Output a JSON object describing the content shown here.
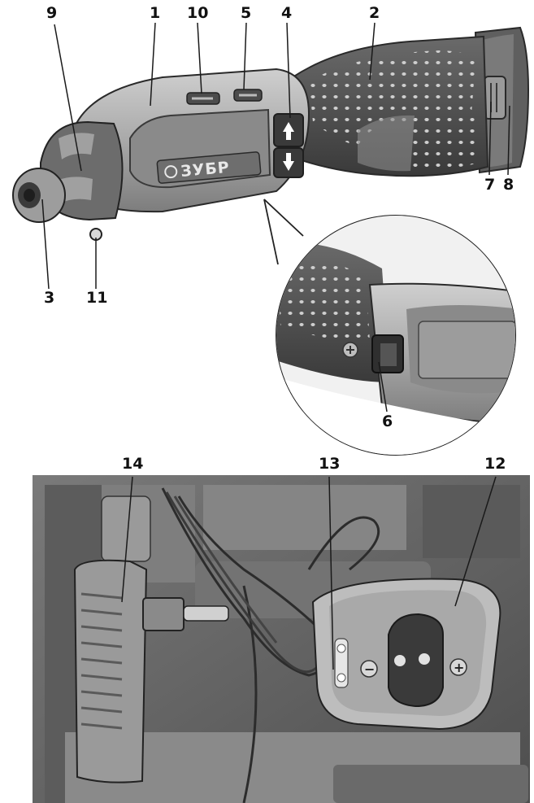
{
  "brand_text": "ЗУБР",
  "callouts": {
    "c1": "1",
    "c2": "2",
    "c3": "3",
    "c4": "4",
    "c5": "5",
    "c6": "6",
    "c7": "7",
    "c8": "8",
    "c9": "9",
    "c10": "10",
    "c11": "11",
    "c12": "12",
    "c13": "13",
    "c14": "14"
  },
  "colors": {
    "body_light": "#b9b9b9",
    "body_mid": "#9a9a9a",
    "body_dark": "#5a5a5a",
    "grip_dark": "#4a4a4a",
    "background_case": "#6b6b6b",
    "outline": "#2a2a2a"
  },
  "icons": {
    "forward": "arrow-up-icon",
    "reverse": "arrow-down-icon",
    "minus": "minus-icon",
    "plus": "plus-icon"
  },
  "charger_contacts": {
    "minus": "−",
    "plus": "+"
  }
}
